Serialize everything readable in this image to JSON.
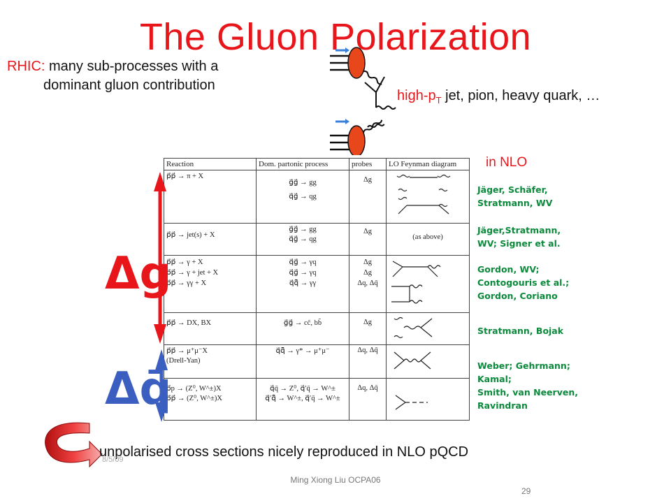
{
  "slide": {
    "title": "The Gluon Polarization",
    "rhic_label": "RHIC:",
    "rhic_text1": " many sub-processes with a",
    "rhic_text2": "dominant gluon contribution",
    "highpt_a": "high-p",
    "highpt_sub": "T",
    "highpt_b": " jet, pion, heavy quark, …",
    "in_nlo": "in NLO",
    "delta_g": "Δg",
    "delta_qbar": "Δq̄",
    "bottom_text": "unpolarised cross sections nicely reproduced in NLO pQCD",
    "date": "8/5/09",
    "footer": "Ming Xiong Liu  OCPA06",
    "page_number": "29"
  },
  "table": {
    "headers": [
      "Reaction",
      "Dom. partonic process",
      "probes",
      "LO Feynman diagram"
    ],
    "rows": [
      {
        "reaction": "p⃗p⃗ → π + X",
        "process": "g⃗g⃗ → gg\nq⃗g⃗ → qg",
        "probes": "Δg",
        "diagram": ""
      },
      {
        "reaction": "p⃗p⃗ → jet(s) + X",
        "process": "g⃗g⃗ → gg\nq⃗g⃗ → qg",
        "probes": "Δg",
        "diagram": "(as above)"
      },
      {
        "reaction": "p⃗p⃗ → γ + X\np⃗p⃗ → γ + jet + X\np⃗p⃗ → γγ + X",
        "process": "q⃗g⃗ → γq\nq⃗g⃗ → γq\nq⃗q̄⃗ → γγ",
        "probes": "Δg\nΔg\nΔq, Δq̄",
        "diagram": ""
      },
      {
        "reaction": "p⃗p⃗ → DX, BX",
        "process": "g⃗g⃗ → cc̄, bb̄",
        "probes": "Δg",
        "diagram": ""
      },
      {
        "reaction": "p⃗p⃗ → μ⁺μ⁻X\n(Drell-Yan)",
        "process": "q⃗q̄⃗ → γ* → μ⁺μ⁻",
        "probes": "Δq, Δq̄",
        "diagram": ""
      },
      {
        "reaction": "p⃗p → (Z⁰, W^±)X\np⃗p⃗ → (Z⁰, W^±)X",
        "process": "q⃗q̄ → Z⁰, q⃗′q̄ → W^±\nq⃗′q̄⃗ → W^±, q⃗′q̄ → W^±",
        "probes": "Δq, Δq̄",
        "diagram": ""
      }
    ]
  },
  "references": [
    {
      "text": "Jäger, Schäfer,\nStratmann, WV"
    },
    {
      "text": "Jäger,Stratmann,\nWV; Signer et al."
    },
    {
      "text": "Gordon, WV;\nContogouris et al.;\nGordon, Coriano"
    },
    {
      "text": "Stratmann, Bojak"
    },
    {
      "text": "Weber; Gehrmann;\nKamal;\nSmith, van Neerven,\nRavindran"
    }
  ],
  "colors": {
    "title_red": "#e8161b",
    "ref_green": "#0c8a3c",
    "arrow_red": "#e8161b",
    "arrow_blue": "#3a5fc0"
  }
}
